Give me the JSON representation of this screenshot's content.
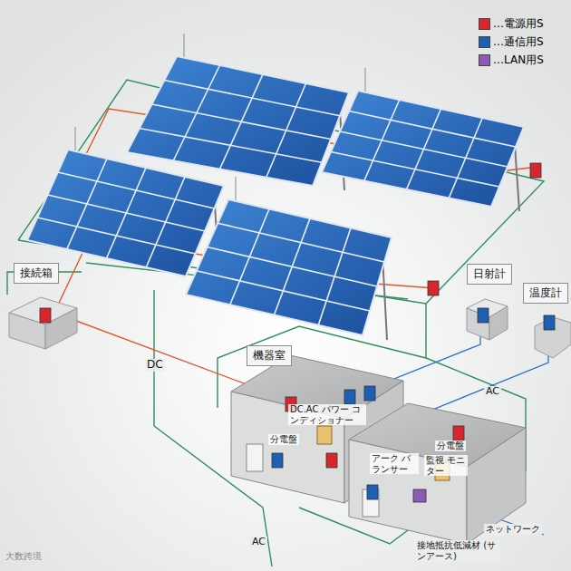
{
  "diagram": {
    "nodes": [
      {
        "text": [
          "接続箱"
        ]
      },
      {
        "text": [
          "日射計"
        ]
      },
      {
        "text": [
          "温度計"
        ]
      },
      {
        "text": [
          "機器室"
        ]
      }
    ],
    "labels": [
      "DC",
      "AC",
      "AC",
      "DC.AC パワー コンディショナー",
      "分電盤",
      "分電盤",
      "アーク バランサー",
      "監視 モニター",
      "ネットワーク",
      "接地抵抗低減材 (サンアース)",
      "大数跨境"
    ],
    "legend": [
      {
        "text": "…電源用S",
        "color": "#d7262c"
      },
      {
        "text": "…通信用S",
        "color": "#1e5fb4"
      },
      {
        "text": "…LAN用S",
        "color": "#8b5bb5"
      }
    ]
  }
}
